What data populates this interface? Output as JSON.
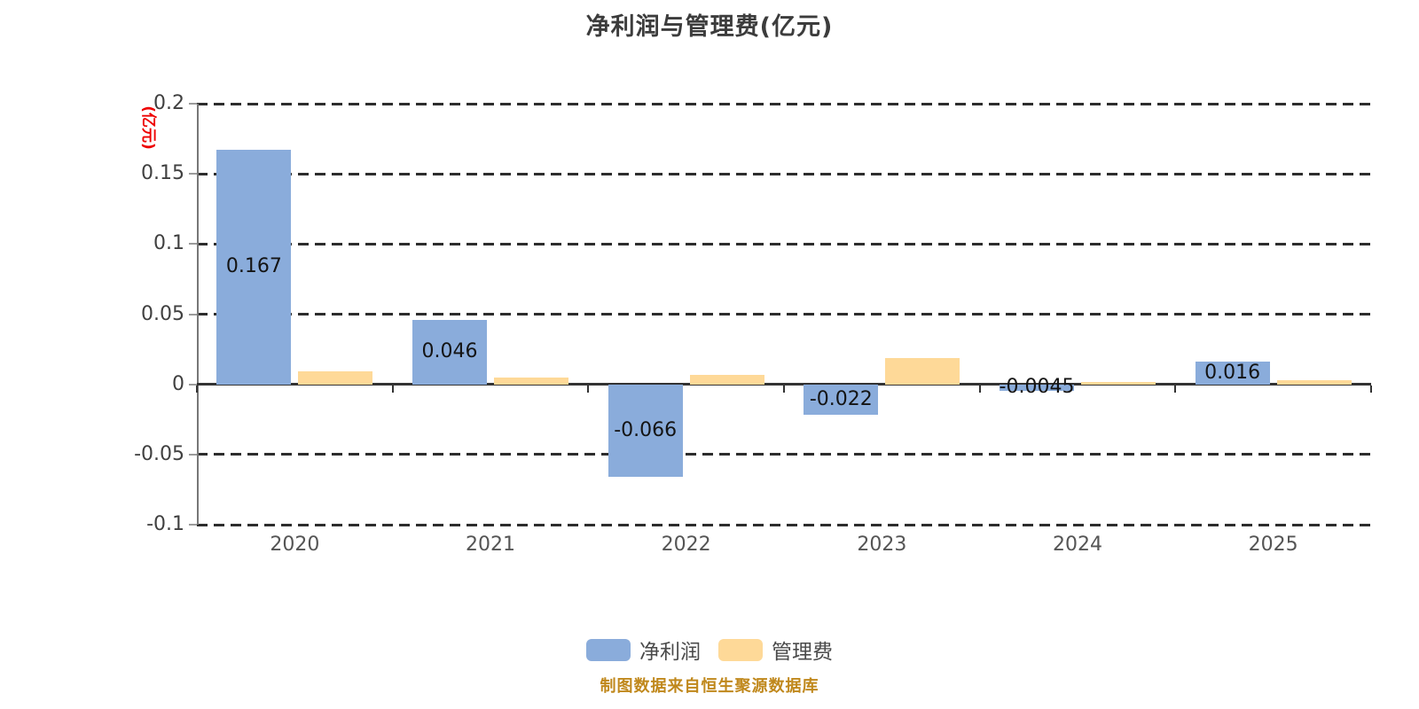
{
  "title": "净利润与管理费(亿元)",
  "y_axis_name": "(亿元)",
  "footer": "制图数据来自恒生聚源数据库",
  "colors": {
    "net_profit_bar": "#8AACDB",
    "mgmt_fee_bar": "#FED998",
    "y_axis_name": "#ee0000",
    "footer_text": "#c0881c",
    "gridline": "#2d2d2d",
    "title_text": "#3c3c3c"
  },
  "chart_data": {
    "type": "bar",
    "title": "净利润与管理费(亿元)",
    "categories": [
      "2020",
      "2021",
      "2022",
      "2023",
      "2024",
      "2025"
    ],
    "series": [
      {
        "name": "净利润",
        "key": "net-profit",
        "color": "#8AACDB",
        "values": [
          0.167,
          0.046,
          -0.066,
          -0.022,
          -0.0045,
          0.016
        ],
        "labels": [
          "0.167",
          "0.046",
          "-0.066",
          "-0.022",
          "-0.0045",
          "0.016"
        ]
      },
      {
        "name": "管理费",
        "key": "mgmt-fee",
        "color": "#FED998",
        "values": [
          0.009,
          0.005,
          0.007,
          0.019,
          0.002,
          0.003
        ],
        "labels": []
      }
    ],
    "ylabel": "(亿元)",
    "ylim": [
      -0.1,
      0.2
    ],
    "yticks": [
      0.2,
      0.15,
      0.1,
      0.05,
      0,
      -0.05,
      -0.1
    ],
    "grid": "horizontal-dashed",
    "legend_position": "bottom",
    "source_note": "制图数据来自恒生聚源数据库"
  }
}
